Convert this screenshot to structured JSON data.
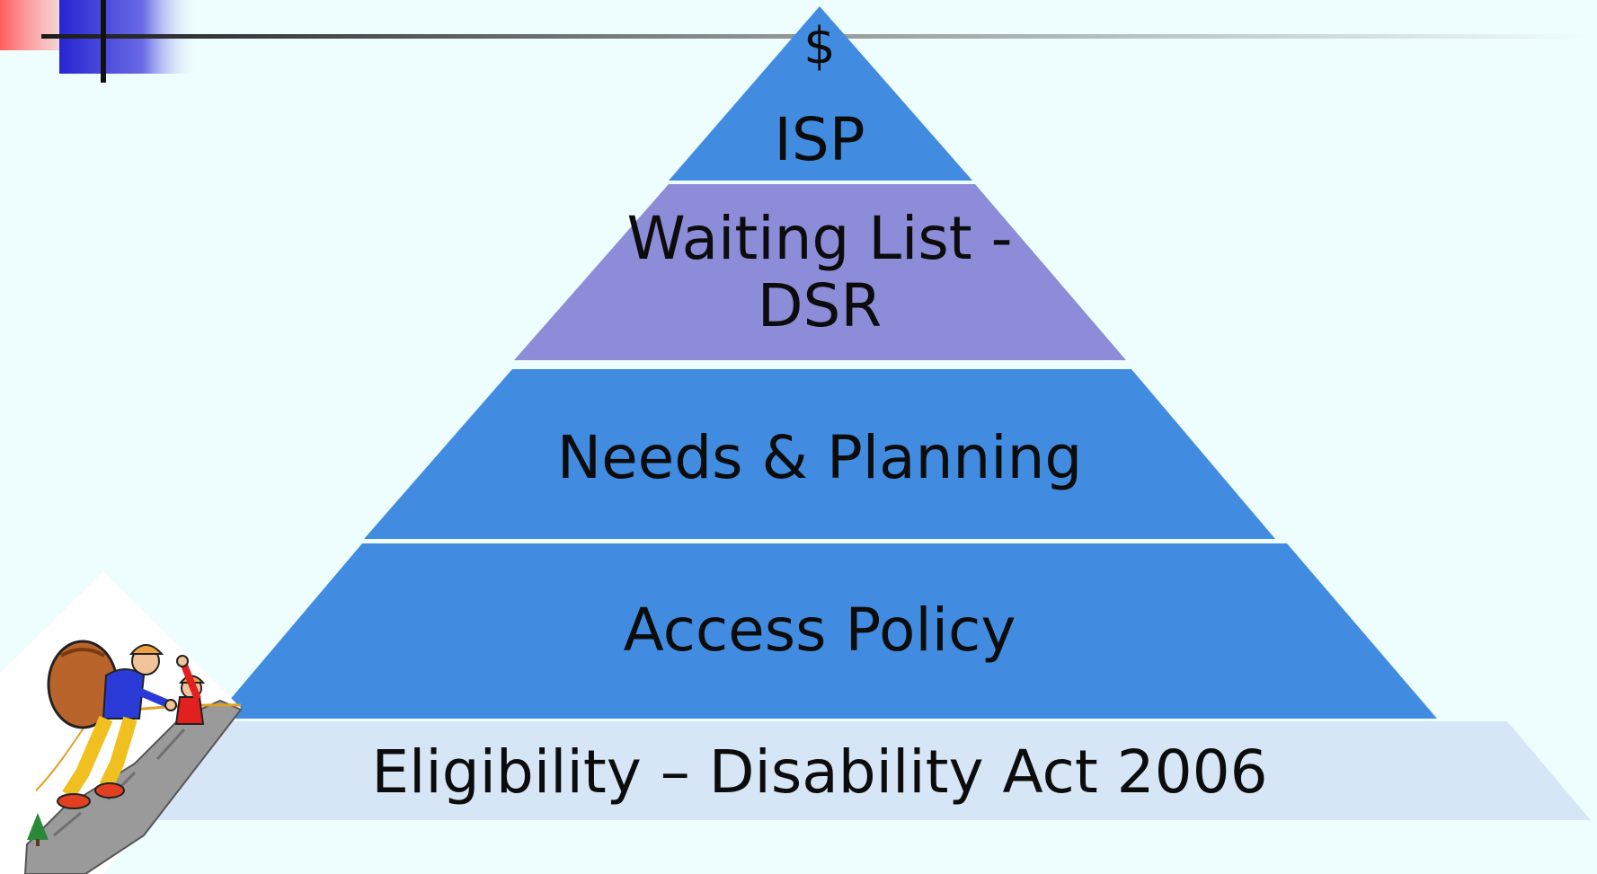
{
  "pyramid": {
    "top_symbol": "$",
    "tiers": [
      {
        "lines": [
          "ISP"
        ],
        "color": "#418ce0"
      },
      {
        "lines": [
          "Waiting List -",
          "DSR"
        ],
        "color": "#8c8cd8"
      },
      {
        "lines": [
          "Needs & Planning"
        ],
        "color": "#418ce0"
      },
      {
        "lines": [
          "Access Policy"
        ],
        "color": "#418ce0"
      },
      {
        "lines": [
          "Eligibility – Disability Act 2006"
        ],
        "color": "#d6e6f6"
      }
    ]
  },
  "colors": {
    "background": "#eefdfd",
    "accent_red": "#ff6666",
    "accent_blue": "#2b2bd6"
  },
  "icons": [
    "climbers-clipart"
  ]
}
